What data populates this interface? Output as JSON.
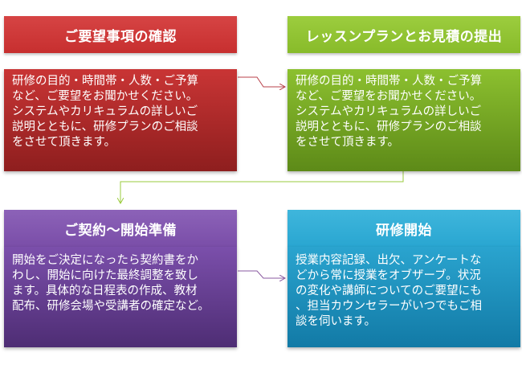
{
  "steps": [
    {
      "title": "ご要望事項の確認",
      "lines": [
        "研修の目的・時間帯・人数・ご予算",
        "など、ご要望をお聞かせください。",
        "システムやカリキュラムの詳しいご",
        "説明とともに、研修プランのご相談",
        "をさせて頂きます。"
      ],
      "color": "#c72f2f"
    },
    {
      "title": "レッスンプランとお見積の提出",
      "lines": [
        "研修の目的・時間帯・人数・ご予算",
        "など、ご要望をお聞かせください。",
        "システムやカリキュラムの詳しいご",
        "説明とともに、研修プランのご相談",
        "をさせて頂きます。"
      ],
      "color": "#88bb2a"
    },
    {
      "title": "ご契約～開始準備",
      "lines": [
        "開始をご決定になったら契約書をか",
        "わし、開始に向けた最終調整を致し",
        "ます。具体的な日程表の作成、教材",
        "配布、研修会場や受講者の確定など。"
      ],
      "color": "#7a4ea8"
    },
    {
      "title": "研修開始",
      "lines": [
        "授業内容記録、出欠、アンケートな",
        "どから常に授業をオブザーブ。状況",
        "の変化や講師についてのご要望にも",
        "、担当カウンセラーがいつでもご相",
        "談を伺います。"
      ],
      "color": "#29a6d1"
    }
  ],
  "connector_colors": {
    "red": "#b8404a",
    "green": "#9acb3c",
    "purple": "#8a5aa0"
  }
}
